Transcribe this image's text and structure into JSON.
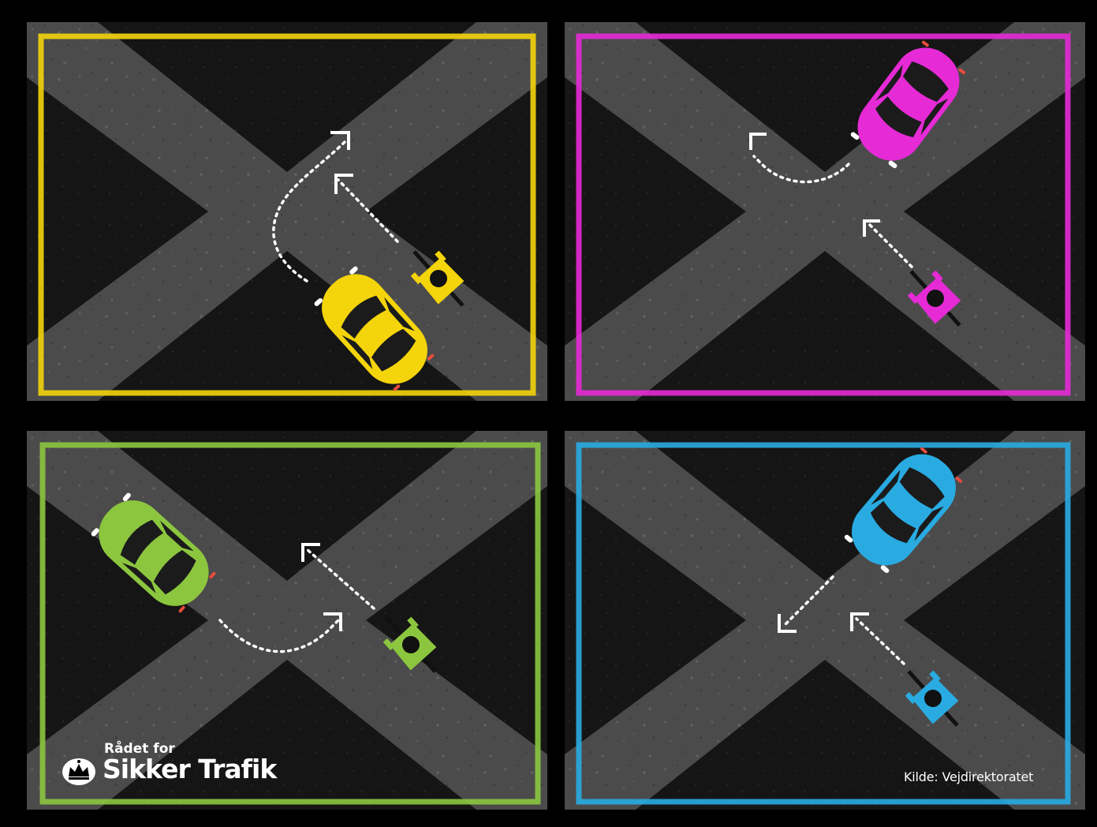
{
  "colors": {
    "background": "#000000",
    "asphalt": "#4a4a4a",
    "asphalt_dark": "#111111",
    "yellow": "#f4d40b",
    "magenta": "#e62ad6",
    "green": "#8cc63f",
    "blue": "#29abe2",
    "arrow": "#ffffff"
  },
  "scenarios": [
    {
      "color_name": "yellow",
      "car_icon": "car-icon",
      "cyclist_icon": "cyclist-icon"
    },
    {
      "color_name": "magenta",
      "car_icon": "car-icon",
      "cyclist_icon": "cyclist-icon"
    },
    {
      "color_name": "green",
      "car_icon": "car-icon",
      "cyclist_icon": "cyclist-icon"
    },
    {
      "color_name": "blue",
      "car_icon": "car-icon",
      "cyclist_icon": "cyclist-icon"
    }
  ],
  "logo": {
    "line1": "Rådet for",
    "line2": "Sikker Trafik",
    "icon": "crown-icon"
  },
  "source_credit": "Kilde: Vejdirektoratet"
}
